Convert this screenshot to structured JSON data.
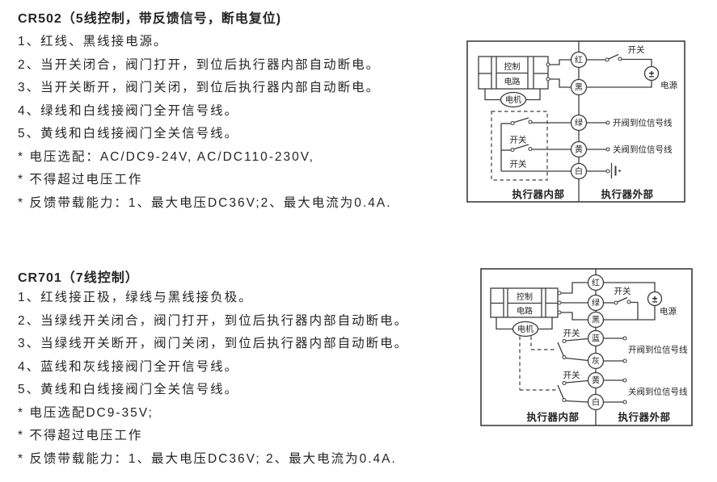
{
  "colors": {
    "background": "#ffffff",
    "ink": "#252525",
    "line": "#3c3c3c"
  },
  "cr502": {
    "title": "CR502（5线控制，带反馈信号，断电复位)",
    "lines": [
      "1、红线、黑线接电源。",
      "2、当开关闭合，阀门打开，到位后执行器内部自动断电。",
      "3、当开关断开，阀门关闭，到位后执行器内部自动断电。",
      "4、绿线和白线接阀门全开信号线。",
      "5、黄线和白线接阀门全关信号线。",
      "* 电压选配：AC/DC9-24V, AC/DC110-230V,",
      "* 不得超过电压工作",
      "* 反馈带载能力：1、最大电压DC36V;2、最大电流为0.4A."
    ]
  },
  "cr701": {
    "title": "CR701（7线控制）",
    "lines": [
      "1、红线接正极，绿线与黑线接负极。",
      "2、当绿线开关闭合，阀门打开，到位后执行器内部自动断电。",
      "3、当绿线开关断开，阀门关闭，到位后执行器内部自动断电。",
      "4、蓝线和灰线接阀门全开信号线。",
      "5、黄线和白线接阀门全关信号线。",
      "* 电压选配DC9-35V;",
      "* 不得超过电压工作",
      "* 反馈带载能力：1、最大电压DC36V; 2、最大电流为0.4A."
    ]
  },
  "diagram_cr502": {
    "control_line1": "控制",
    "control_line2": "电路",
    "motor": "电机",
    "wires": [
      "红",
      "黑",
      "绿",
      "黄",
      "白"
    ],
    "switch_label": "开关",
    "power_symbol": "±",
    "power_label": "电源",
    "open_signal": "开阀到位信号线",
    "close_signal": "关阀到位信号线",
    "internal_label": "执行器内部",
    "external_label": "执行器外部"
  },
  "diagram_cr701": {
    "control_line1": "控制",
    "control_line2": "电路",
    "motor": "电机",
    "wires": [
      "红",
      "绿",
      "黑",
      "蓝",
      "灰",
      "黄",
      "白"
    ],
    "switch_label": "开关",
    "power_symbol": "±",
    "power_label": "电源",
    "open_signal": "开阀到位信号线",
    "close_signal": "关阀到位信号线",
    "internal_label": "执行器内部",
    "external_label": "执行器外部"
  }
}
